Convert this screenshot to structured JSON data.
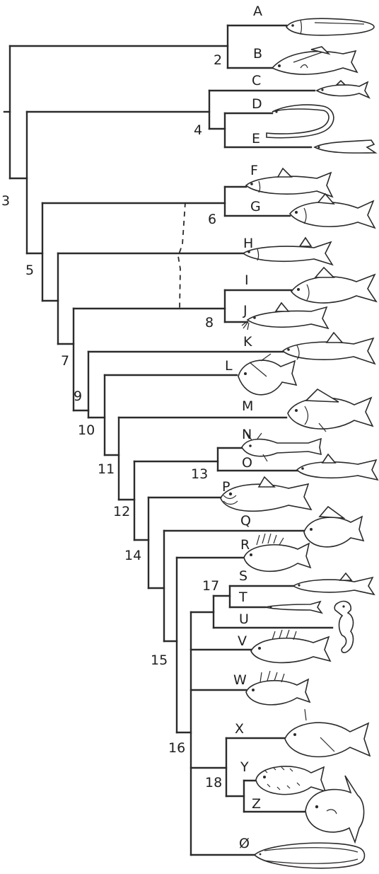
{
  "taxa": [
    "A",
    "B",
    "C",
    "D",
    "E",
    "F",
    "G",
    "H",
    "I",
    "J",
    "K",
    "L",
    "M",
    "N",
    "O",
    "P",
    "Q",
    "R",
    "S",
    "T",
    "U",
    "V",
    "W",
    "X",
    "Y",
    "Z",
    "Ø"
  ],
  "nodes": [
    "2",
    "3",
    "4",
    "5",
    "6",
    "7",
    "8",
    "9",
    "10",
    "11",
    "12",
    "13",
    "14",
    "15",
    "16",
    "17",
    "18"
  ],
  "style": {
    "line_color": "#2b2b2b",
    "background": "#ffffff"
  }
}
